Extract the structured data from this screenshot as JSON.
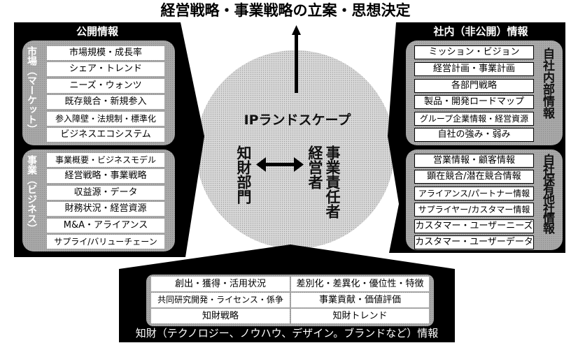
{
  "title": "経営戦略・事業戦略の立案・思想決定",
  "colors": {
    "panel_black": "#000000",
    "gray_box": "#a8a8a8",
    "circle_fill": "#d6d6d6",
    "item_bg": "#ffffff"
  },
  "left_panel": {
    "heading": "公開情報",
    "groups": [
      {
        "label": "市場（マーケット）",
        "items": [
          "市場規模・成長率",
          "シェア・トレンド",
          "ニーズ・ウォンツ",
          "既存競合・新規参入",
          "参入障壁・法規制・標準化",
          "ビジネスエコシステム"
        ]
      },
      {
        "label": "事業（ビジネス）",
        "items": [
          "事業概要・ビジネスモデル",
          "経営戦略・事業戦略",
          "収益源・データ",
          "財務状況・経営資源",
          "M&A・アライアンス",
          "サプライ/バリューチェーン"
        ]
      }
    ]
  },
  "right_panel": {
    "heading": "社内（非公開）情報",
    "groups": [
      {
        "label": "自社内部情報",
        "items": [
          "ミッション・ビジョン",
          "経営計画・事業計画",
          "各部門戦略",
          "製品・開発ロードマップ",
          "グループ企業情報・経営資源",
          "自社の強み・弱み"
        ]
      },
      {
        "label": "自社保有他社情報",
        "items": [
          "営業情報・顧客情報",
          "顕在競合/潜在競合情報",
          "アライアンス/パートナー情報",
          "サプライヤー/カスタマー情報",
          "カスタマー・ユーザーニーズ",
          "カスタマー・ユーザーデータ"
        ]
      }
    ]
  },
  "center": {
    "label": "IPランドスケープ",
    "left_party": "知財部門",
    "right_party_1": "経営者",
    "right_party_2": "事業責任者",
    "arrow": "double-arrow-icon",
    "up_arrow": "arrow-up-icon"
  },
  "bottom_panel": {
    "caption": "知財（テクノロジー、ノウハウ、デザイン。ブランドなど）情報",
    "grid": [
      [
        "創出・獲得・活用状況",
        "差別化・差異化・優位性・特徴"
      ],
      [
        "共同研究開発・ライセンス・係争",
        "事業貢献・価値評価"
      ],
      [
        "知財戦略",
        "知財トレンド"
      ]
    ]
  }
}
